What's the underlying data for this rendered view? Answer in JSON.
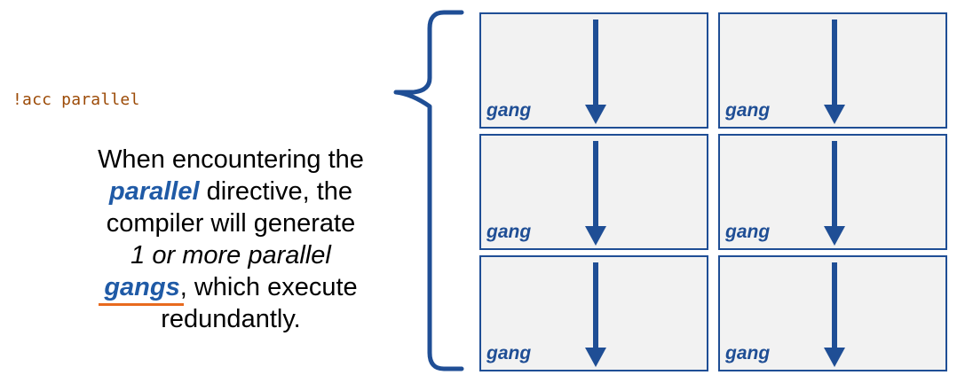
{
  "code": {
    "directive": "!acc parallel"
  },
  "explanation": {
    "part1": "When encountering the",
    "keyword": "parallel",
    "part2": " directive, the compiler will generate",
    "italic": "1 or more parallel",
    "gangs_word": "gangs",
    "part3": ", which execute redundantly."
  },
  "gangs": {
    "label": "gang",
    "count": 6,
    "columns": 2,
    "rows": 3
  },
  "colors": {
    "box_border": "#1f4e95",
    "box_fill": "#f2f2f2",
    "arrow": "#1f4e95",
    "brace": "#1f4e95",
    "code_text": "#9c4a06",
    "keyword": "#1f5aa6",
    "underline": "#e86a1e"
  }
}
